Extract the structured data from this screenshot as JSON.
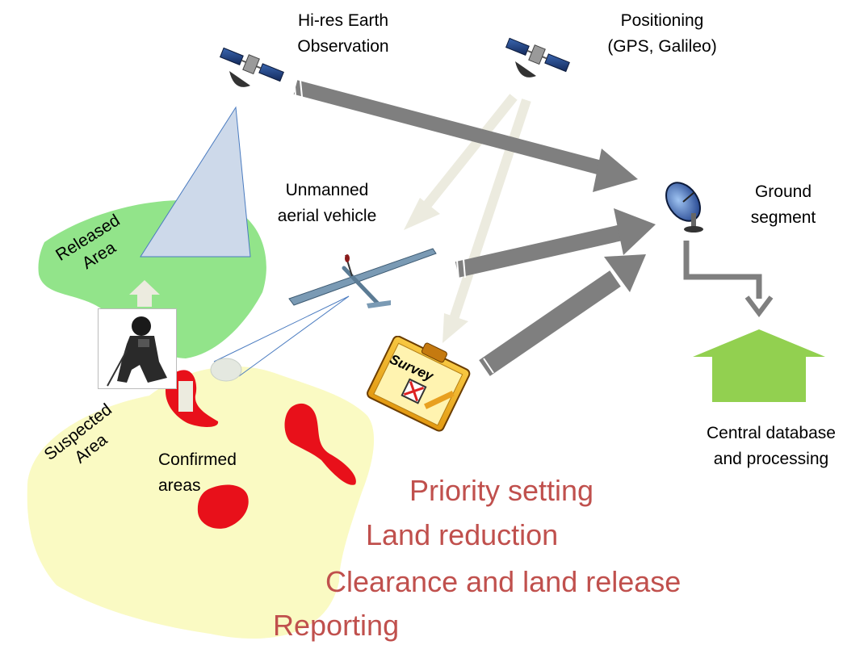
{
  "nodes": {
    "earth_observation": [
      "Hi-res Earth",
      "Observation"
    ],
    "positioning": [
      "Positioning",
      "(GPS, Galileo)"
    ],
    "uav": [
      "Unmanned",
      "aerial vehicle"
    ],
    "ground_segment": [
      "Ground",
      "segment"
    ],
    "database": [
      "Central database",
      "and processing"
    ],
    "released_area": [
      "Released",
      "Area"
    ],
    "suspected_area": [
      "Suspected",
      "Area"
    ],
    "confirmed_areas": [
      "Confirmed",
      "areas"
    ],
    "survey_label": "Survey"
  },
  "steps": [
    "Priority  setting",
    "Land reduction",
    "Clearance  and land release",
    "Reporting"
  ],
  "colors": {
    "released_area": "#92e48a",
    "suspected_area": "#fafac3",
    "confirmed": "#e8101a",
    "flow_arrow": "#7f7f7f",
    "gps_arrow": "#ecebdf",
    "database_arrow": "#92d050",
    "steps_text": "#c0504d",
    "coverage_triangle": "#cdd9ea"
  }
}
